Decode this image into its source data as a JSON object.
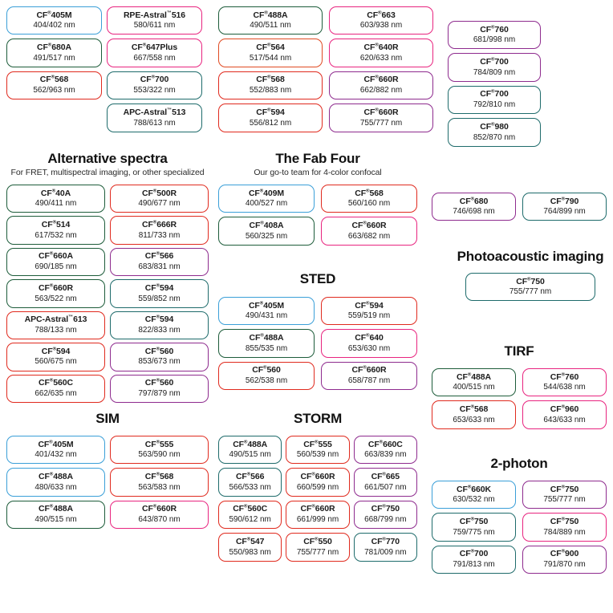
{
  "meta": {
    "reg_mark": "®",
    "nm_unit": "nm"
  },
  "palette": {
    "blue": "#3a9fd8",
    "green": "#1d5c3a",
    "red": "#e02a1e",
    "magenta": "#e8247f",
    "purple": "#8e2b8e",
    "teal": "#1e6b6b",
    "orange": "#e04a22"
  },
  "sections": [
    {
      "id": "top-left",
      "title": "",
      "subtitle": "",
      "columns": 2,
      "chips": [
        {
          "name": "CF®405M",
          "spec": "404/402 nm",
          "color": "blue"
        },
        {
          "name": "RPE-Astral™516",
          "spec": "580/611 nm",
          "color": "magenta"
        },
        {
          "name": "CF®680A",
          "spec": "491/517 nm",
          "color": "green"
        },
        {
          "name": "CF®647Plus",
          "spec": "667/558 nm",
          "color": "magenta"
        },
        {
          "name": "CF®568",
          "spec": "562/963 nm",
          "color": "red"
        },
        {
          "name": "CF®700",
          "spec": "553/322 nm",
          "color": "teal"
        },
        {
          "name": "",
          "spec": "",
          "color": "none"
        },
        {
          "name": "APC-Astral™513",
          "spec": "788/613 nm",
          "color": "teal"
        }
      ]
    },
    {
      "id": "top-middle",
      "title": "",
      "subtitle": "",
      "columns": 2,
      "chips": [
        {
          "name": "CF®488A",
          "spec": "490/511 nm",
          "color": "green"
        },
        {
          "name": "CF®663",
          "spec": "603/938 nm",
          "color": "magenta"
        },
        {
          "name": "CF®564",
          "spec": "517/544 nm",
          "color": "orange"
        },
        {
          "name": "CF®640R",
          "spec": "620/633 nm",
          "color": "magenta"
        },
        {
          "name": "CF®568",
          "spec": "552/883 nm",
          "color": "red"
        },
        {
          "name": "CF®660R",
          "spec": "662/882 nm",
          "color": "purple"
        },
        {
          "name": "CF®594",
          "spec": "556/812 nm",
          "color": "red"
        },
        {
          "name": "CF®660R",
          "spec": "755/777 nm",
          "color": "purple"
        }
      ]
    },
    {
      "id": "top-right",
      "title": "",
      "subtitle": "",
      "columns": 1,
      "chips": [
        {
          "name": "CF®760",
          "spec": "681/998 nm",
          "color": "purple"
        },
        {
          "name": "CF®700",
          "spec": "784/809 nm",
          "color": "purple"
        },
        {
          "name": "CF®700",
          "spec": "792/810 nm",
          "color": "teal"
        },
        {
          "name": "CF®980",
          "spec": "852/870 nm",
          "color": "teal"
        }
      ]
    },
    {
      "id": "alternative-spectra",
      "title": "Alternative spectra",
      "subtitle": "For FRET, multispectral imaging, or other specialized",
      "columns": 2,
      "chips": [
        {
          "name": "CF®40A",
          "spec": "490/411 nm",
          "color": "green"
        },
        {
          "name": "CF®500R",
          "spec": "490/677 nm",
          "color": "red"
        },
        {
          "name": "CF®514",
          "spec": "617/532 nm",
          "color": "green"
        },
        {
          "name": "CF®666R",
          "spec": "811/733 nm",
          "color": "red"
        },
        {
          "name": "CF®660A",
          "spec": "690/185 nm",
          "color": "green"
        },
        {
          "name": "CF®566",
          "spec": "683/831 nm",
          "color": "purple"
        },
        {
          "name": "CF®660R",
          "spec": "563/522 nm",
          "color": "green"
        },
        {
          "name": "CF®594",
          "spec": "559/852 nm",
          "color": "teal"
        },
        {
          "name": "APC-Astral™613",
          "spec": "788/133 nm",
          "color": "red"
        },
        {
          "name": "CF®594",
          "spec": "822/833 nm",
          "color": "teal"
        },
        {
          "name": "CF®594",
          "spec": "560/675 nm",
          "color": "red"
        },
        {
          "name": "CF®560",
          "spec": "853/673 nm",
          "color": "purple"
        },
        {
          "name": "CF®560C",
          "spec": "662/635 nm",
          "color": "red"
        },
        {
          "name": "CF®560",
          "spec": "797/879 nm",
          "color": "purple"
        }
      ]
    },
    {
      "id": "the-fab-four",
      "title": "The Fab Four",
      "subtitle": "Our go-to team for 4-color confocal",
      "columns": 2,
      "chips": [
        {
          "name": "CF®409M",
          "spec": "400/527 nm",
          "color": "blue"
        },
        {
          "name": "CF®568",
          "spec": "560/160 nm",
          "color": "red"
        },
        {
          "name": "CF®408A",
          "spec": "560/325 nm",
          "color": "green"
        },
        {
          "name": "CF®660R",
          "spec": "663/682 nm",
          "color": "magenta"
        }
      ]
    },
    {
      "id": "sted",
      "title": "STED",
      "subtitle": "",
      "columns": 2,
      "chips": [
        {
          "name": "CF®405M",
          "spec": "490/431 nm",
          "color": "blue"
        },
        {
          "name": "CF®594",
          "spec": "559/519 nm",
          "color": "red"
        },
        {
          "name": "CF®488A",
          "spec": "855/535 nm",
          "color": "green"
        },
        {
          "name": "CF®640",
          "spec": "653/630 nm",
          "color": "magenta"
        },
        {
          "name": "CF®560",
          "spec": "562/538 nm",
          "color": "red"
        },
        {
          "name": "CF®660R",
          "spec": "658/787 nm",
          "color": "purple"
        }
      ]
    },
    {
      "id": "sim",
      "title": "SIM",
      "subtitle": "",
      "columns": 2,
      "chips": [
        {
          "name": "CF®405M",
          "spec": "401/432 nm",
          "color": "blue"
        },
        {
          "name": "CF®555",
          "spec": "563/590 nm",
          "color": "red"
        },
        {
          "name": "CF®488A",
          "spec": "480/633 nm",
          "color": "blue"
        },
        {
          "name": "CF®568",
          "spec": "563/583 nm",
          "color": "red"
        },
        {
          "name": "CF®488A",
          "spec": "490/515 nm",
          "color": "green"
        },
        {
          "name": "CF®660R",
          "spec": "643/870 nm",
          "color": "magenta"
        }
      ]
    },
    {
      "id": "storm",
      "title": "STORM",
      "subtitle": "",
      "columns": 3,
      "chips": [
        {
          "name": "CF®488A",
          "spec": "490/515 nm",
          "color": "teal"
        },
        {
          "name": "CF®555",
          "spec": "560/539 nm",
          "color": "red"
        },
        {
          "name": "CF®660C",
          "spec": "663/839 nm",
          "color": "purple"
        },
        {
          "name": "CF®566",
          "spec": "566/533 nm",
          "color": "teal"
        },
        {
          "name": "CF®660R",
          "spec": "660/599 nm",
          "color": "red"
        },
        {
          "name": "CF®665",
          "spec": "661/507 nm",
          "color": "purple"
        },
        {
          "name": "CF®560C",
          "spec": "590/612 nm",
          "color": "red"
        },
        {
          "name": "CF®660R",
          "spec": "661/999 nm",
          "color": "red"
        },
        {
          "name": "CF®750",
          "spec": "668/799 nm",
          "color": "purple"
        },
        {
          "name": "CF®547",
          "spec": "550/983 nm",
          "color": "red"
        },
        {
          "name": "CF®550",
          "spec": "755/777 nm",
          "color": "red"
        },
        {
          "name": "CF®770",
          "spec": "781/009 nm",
          "color": "teal"
        }
      ]
    },
    {
      "id": "right-pair",
      "title": "",
      "subtitle": "",
      "columns": 2,
      "chips": [
        {
          "name": "CF®680",
          "spec": "746/698 nm",
          "color": "purple"
        },
        {
          "name": "CF®790",
          "spec": "764/899 nm",
          "color": "teal"
        }
      ]
    },
    {
      "id": "photoacoustic-imaging",
      "title": "Photoacoustic imaging",
      "subtitle": "",
      "columns": 1,
      "chips": [
        {
          "name": "CF®750",
          "spec": "755/777 nm",
          "color": "teal"
        }
      ]
    },
    {
      "id": "tirf",
      "title": "TIRF",
      "subtitle": "",
      "columns": 2,
      "chips": [
        {
          "name": "CF®488A",
          "spec": "400/515 nm",
          "color": "green"
        },
        {
          "name": "CF®760",
          "spec": "544/638 nm",
          "color": "magenta"
        },
        {
          "name": "CF®568",
          "spec": "653/633 nm",
          "color": "red"
        },
        {
          "name": "CF®960",
          "spec": "643/633 nm",
          "color": "magenta"
        }
      ]
    },
    {
      "id": "two-photon",
      "title": "2-photon",
      "subtitle": "",
      "columns": 2,
      "chips": [
        {
          "name": "CF®660K",
          "spec": "630/532 nm",
          "color": "blue"
        },
        {
          "name": "CF®750",
          "spec": "755/777 nm",
          "color": "purple"
        },
        {
          "name": "CF®750",
          "spec": "759/775 nm",
          "color": "teal"
        },
        {
          "name": "CF®750",
          "spec": "784/889 nm",
          "color": "magenta"
        },
        {
          "name": "CF®700",
          "spec": "791/813 nm",
          "color": "teal"
        },
        {
          "name": "CF®900",
          "spec": "791/870 nm",
          "color": "purple"
        }
      ]
    }
  ]
}
